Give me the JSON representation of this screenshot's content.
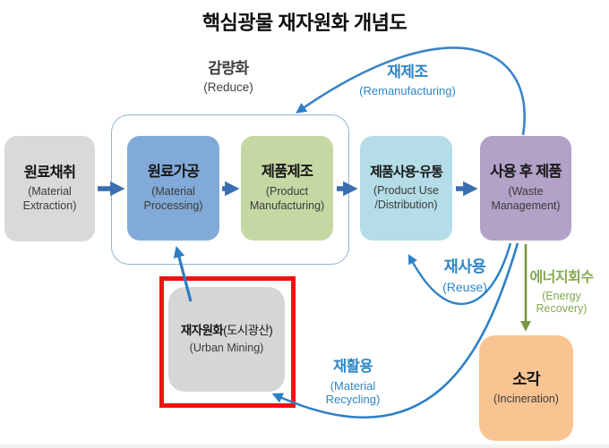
{
  "title": "핵심광물 재자원화 개념도",
  "boxes": {
    "extraction": {
      "ko": "원료채취",
      "en": "(Material Extraction)"
    },
    "processing": {
      "ko": "원료가공",
      "en": "(Material Processing)"
    },
    "manufacturing": {
      "ko": "제품제조",
      "en": "(Product Manufacturing)"
    },
    "use": {
      "ko": "제품사용·유통",
      "en": "(Product Use /Distribution)"
    },
    "waste": {
      "ko": "사용 후 제품",
      "en": "(Waste Management)"
    },
    "urban_mining": {
      "ko_bold": "재자원화",
      "ko_sub": "(도시광산)",
      "en": "(Urban Mining)"
    },
    "incineration": {
      "ko": "소각",
      "en": "(Incineration)"
    }
  },
  "labels": {
    "reduce": {
      "ko": "감량화",
      "en": "(Reduce)"
    },
    "remanufacturing": {
      "ko": "재제조",
      "en": "(Remanufacturing)"
    },
    "reuse": {
      "ko": "재사용",
      "en": "(Reuse)"
    },
    "energy_recovery": {
      "ko": "에너지회수",
      "en": "(Energy Recovery)"
    },
    "recycling": {
      "ko": "재활용",
      "en": "(Material Recycling)"
    }
  },
  "colors": {
    "extraction_box": "#d9d9d9",
    "processing_box": "#82aad8",
    "manufacturing_box": "#c5d8a4",
    "use_box": "#b5dde7",
    "waste_box": "#b2a2c7",
    "urban_mining_box": "#d6d6d6",
    "incineration_box": "#f9c491",
    "highlight_frame": "#ee1311",
    "loop_frame_border": "#95b3d7",
    "flow_arrow": "#3a6eb0",
    "loop_arrow": "#2e80c6",
    "energy_arrow": "#76973f",
    "blue_label_text": "#2e86c6",
    "green_label_text": "#84a94e",
    "reduce_label_text": "#3f3f3f"
  }
}
